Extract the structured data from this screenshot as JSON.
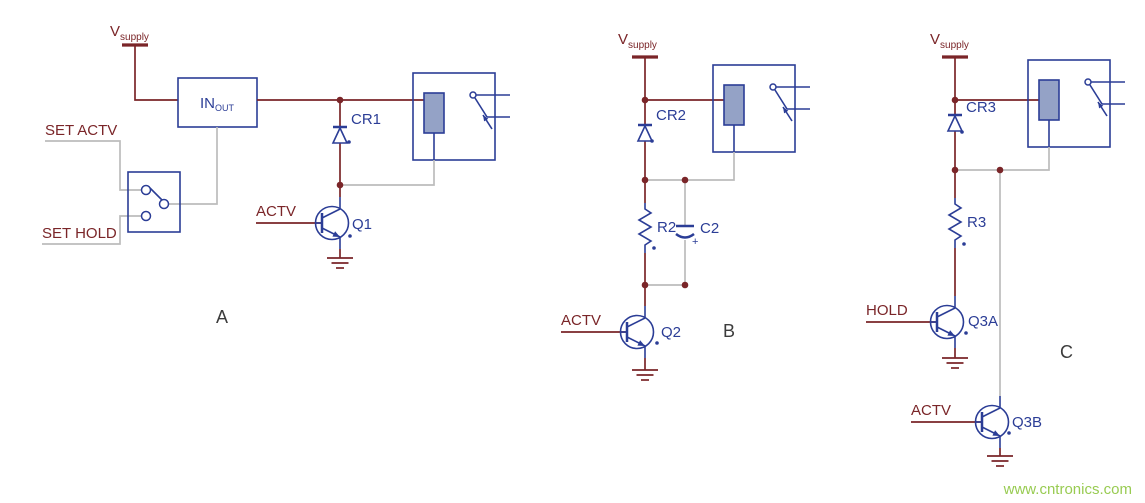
{
  "watermark": "www.cntronics.com",
  "colors": {
    "wire": "#7a2528",
    "gray_wire": "#bcbcbc",
    "component_blue": "#2b3d96",
    "coil_fill": "#94a2c6",
    "watermark_green": "#8dc63f",
    "section_label": "#3c3c3c"
  },
  "a": {
    "section_label": "A",
    "vsupply": {
      "main": "V",
      "sub": "supply"
    },
    "inout": {
      "main": "IN",
      "sub": "OUT"
    },
    "set_actv": "SET ACTV",
    "set_hold": "SET HOLD",
    "actv": "ACTV",
    "cr": "CR1",
    "q": "Q1"
  },
  "b": {
    "section_label": "B",
    "vsupply": {
      "main": "V",
      "sub": "supply"
    },
    "cr": "CR2",
    "r": "R2",
    "c": "C2",
    "plus": "+",
    "actv": "ACTV",
    "q": "Q2"
  },
  "c": {
    "section_label": "C",
    "vsupply": {
      "main": "V",
      "sub": "supply"
    },
    "cr": "CR3",
    "r": "R3",
    "hold": "HOLD",
    "actv": "ACTV",
    "qa": "Q3A",
    "qb": "Q3B"
  }
}
